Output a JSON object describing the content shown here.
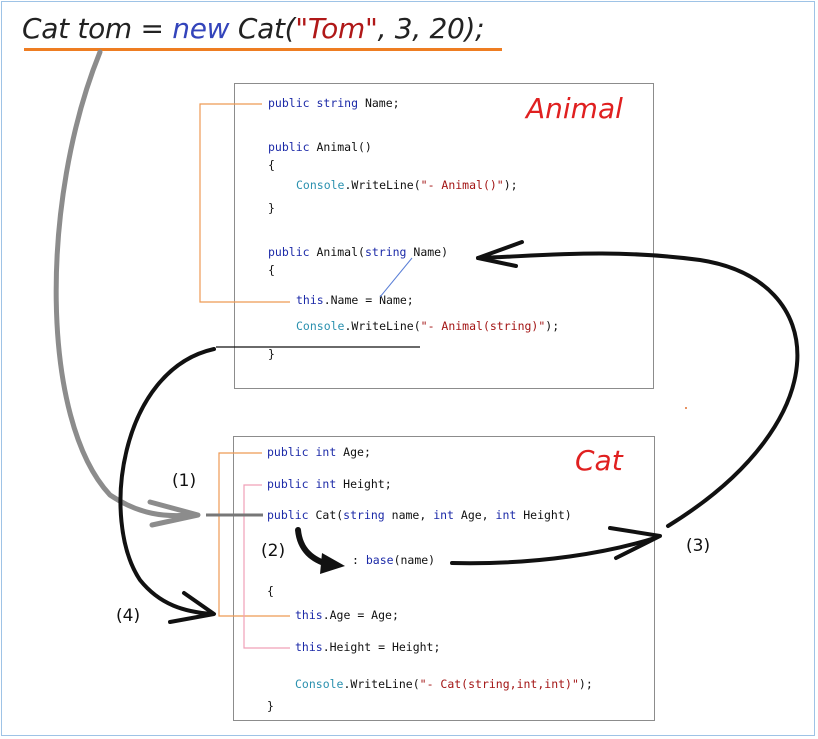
{
  "headline": {
    "type": "Cat",
    "var": " tom = ",
    "kw": "new",
    "ctor": " Cat(",
    "arg_str": "\"Tom\"",
    "rest": ", 3, 20);"
  },
  "animal": {
    "title": "Animal",
    "lines": [
      {
        "tokens": [
          {
            "c": "k",
            "t": "public "
          },
          {
            "c": "k",
            "t": "string"
          },
          {
            "c": "",
            "t": " Name;"
          }
        ]
      },
      {
        "tokens": [
          {
            "c": "k",
            "t": "public "
          },
          {
            "c": "",
            "t": "Animal()"
          }
        ]
      },
      {
        "tokens": [
          {
            "c": "",
            "t": "{"
          }
        ]
      },
      {
        "tokens": [
          {
            "c": "t",
            "t": "Console"
          },
          {
            "c": "",
            "t": ".WriteLine("
          },
          {
            "c": "s",
            "t": "\"- Animal()\""
          },
          {
            "c": "",
            "t": ");"
          }
        ]
      },
      {
        "tokens": [
          {
            "c": "",
            "t": "}"
          }
        ]
      },
      {
        "tokens": [
          {
            "c": "k",
            "t": "public "
          },
          {
            "c": "",
            "t": "Animal("
          },
          {
            "c": "k",
            "t": "string"
          },
          {
            "c": "",
            "t": " Name)"
          }
        ]
      },
      {
        "tokens": [
          {
            "c": "",
            "t": "{"
          }
        ]
      },
      {
        "tokens": [
          {
            "c": "k",
            "t": "this"
          },
          {
            "c": "",
            "t": ".Name = Name;"
          }
        ]
      },
      {
        "tokens": [
          {
            "c": "t",
            "t": "Console"
          },
          {
            "c": "",
            "t": ".WriteLine("
          },
          {
            "c": "s",
            "t": "\"- Animal(string)\""
          },
          {
            "c": "",
            "t": ");"
          }
        ]
      },
      {
        "tokens": [
          {
            "c": "",
            "t": "}"
          }
        ]
      }
    ]
  },
  "cat": {
    "title": "Cat",
    "lines": [
      {
        "tokens": [
          {
            "c": "k",
            "t": "public "
          },
          {
            "c": "k",
            "t": "int"
          },
          {
            "c": "",
            "t": " Age;"
          }
        ]
      },
      {
        "tokens": [
          {
            "c": "k",
            "t": "public "
          },
          {
            "c": "k",
            "t": "int"
          },
          {
            "c": "",
            "t": " Height;"
          }
        ]
      },
      {
        "tokens": [
          {
            "c": "k",
            "t": "public "
          },
          {
            "c": "",
            "t": "Cat("
          },
          {
            "c": "k",
            "t": "string"
          },
          {
            "c": "",
            "t": " name, "
          },
          {
            "c": "k",
            "t": "int"
          },
          {
            "c": "",
            "t": " Age, "
          },
          {
            "c": "k",
            "t": "int"
          },
          {
            "c": "",
            "t": " Height)"
          }
        ]
      },
      {
        "tokens": [
          {
            "c": "",
            "t": ": "
          },
          {
            "c": "k",
            "t": "base"
          },
          {
            "c": "",
            "t": "(name)"
          }
        ]
      },
      {
        "tokens": [
          {
            "c": "",
            "t": "{"
          }
        ]
      },
      {
        "tokens": [
          {
            "c": "k",
            "t": "this"
          },
          {
            "c": "",
            "t": ".Age = Age;"
          }
        ]
      },
      {
        "tokens": [
          {
            "c": "k",
            "t": "this"
          },
          {
            "c": "",
            "t": ".Height = Height;"
          }
        ]
      },
      {
        "tokens": [
          {
            "c": "t",
            "t": "Console"
          },
          {
            "c": "",
            "t": ".WriteLine("
          },
          {
            "c": "s",
            "t": "\"- Cat(string,int,int)\""
          },
          {
            "c": "",
            "t": ");"
          }
        ]
      },
      {
        "tokens": [
          {
            "c": "",
            "t": "}"
          }
        ]
      }
    ]
  },
  "steps": [
    "(1)",
    "(2)",
    "(3)",
    "(4)"
  ],
  "colors": {
    "keyword": "#1c2aa8",
    "type": "#2b91af",
    "string": "#a31515",
    "class_title": "#e02020",
    "underline": "#ee7d22",
    "bracket_orange": "#ee9a55",
    "bracket_pink": "#f0a0b8"
  }
}
